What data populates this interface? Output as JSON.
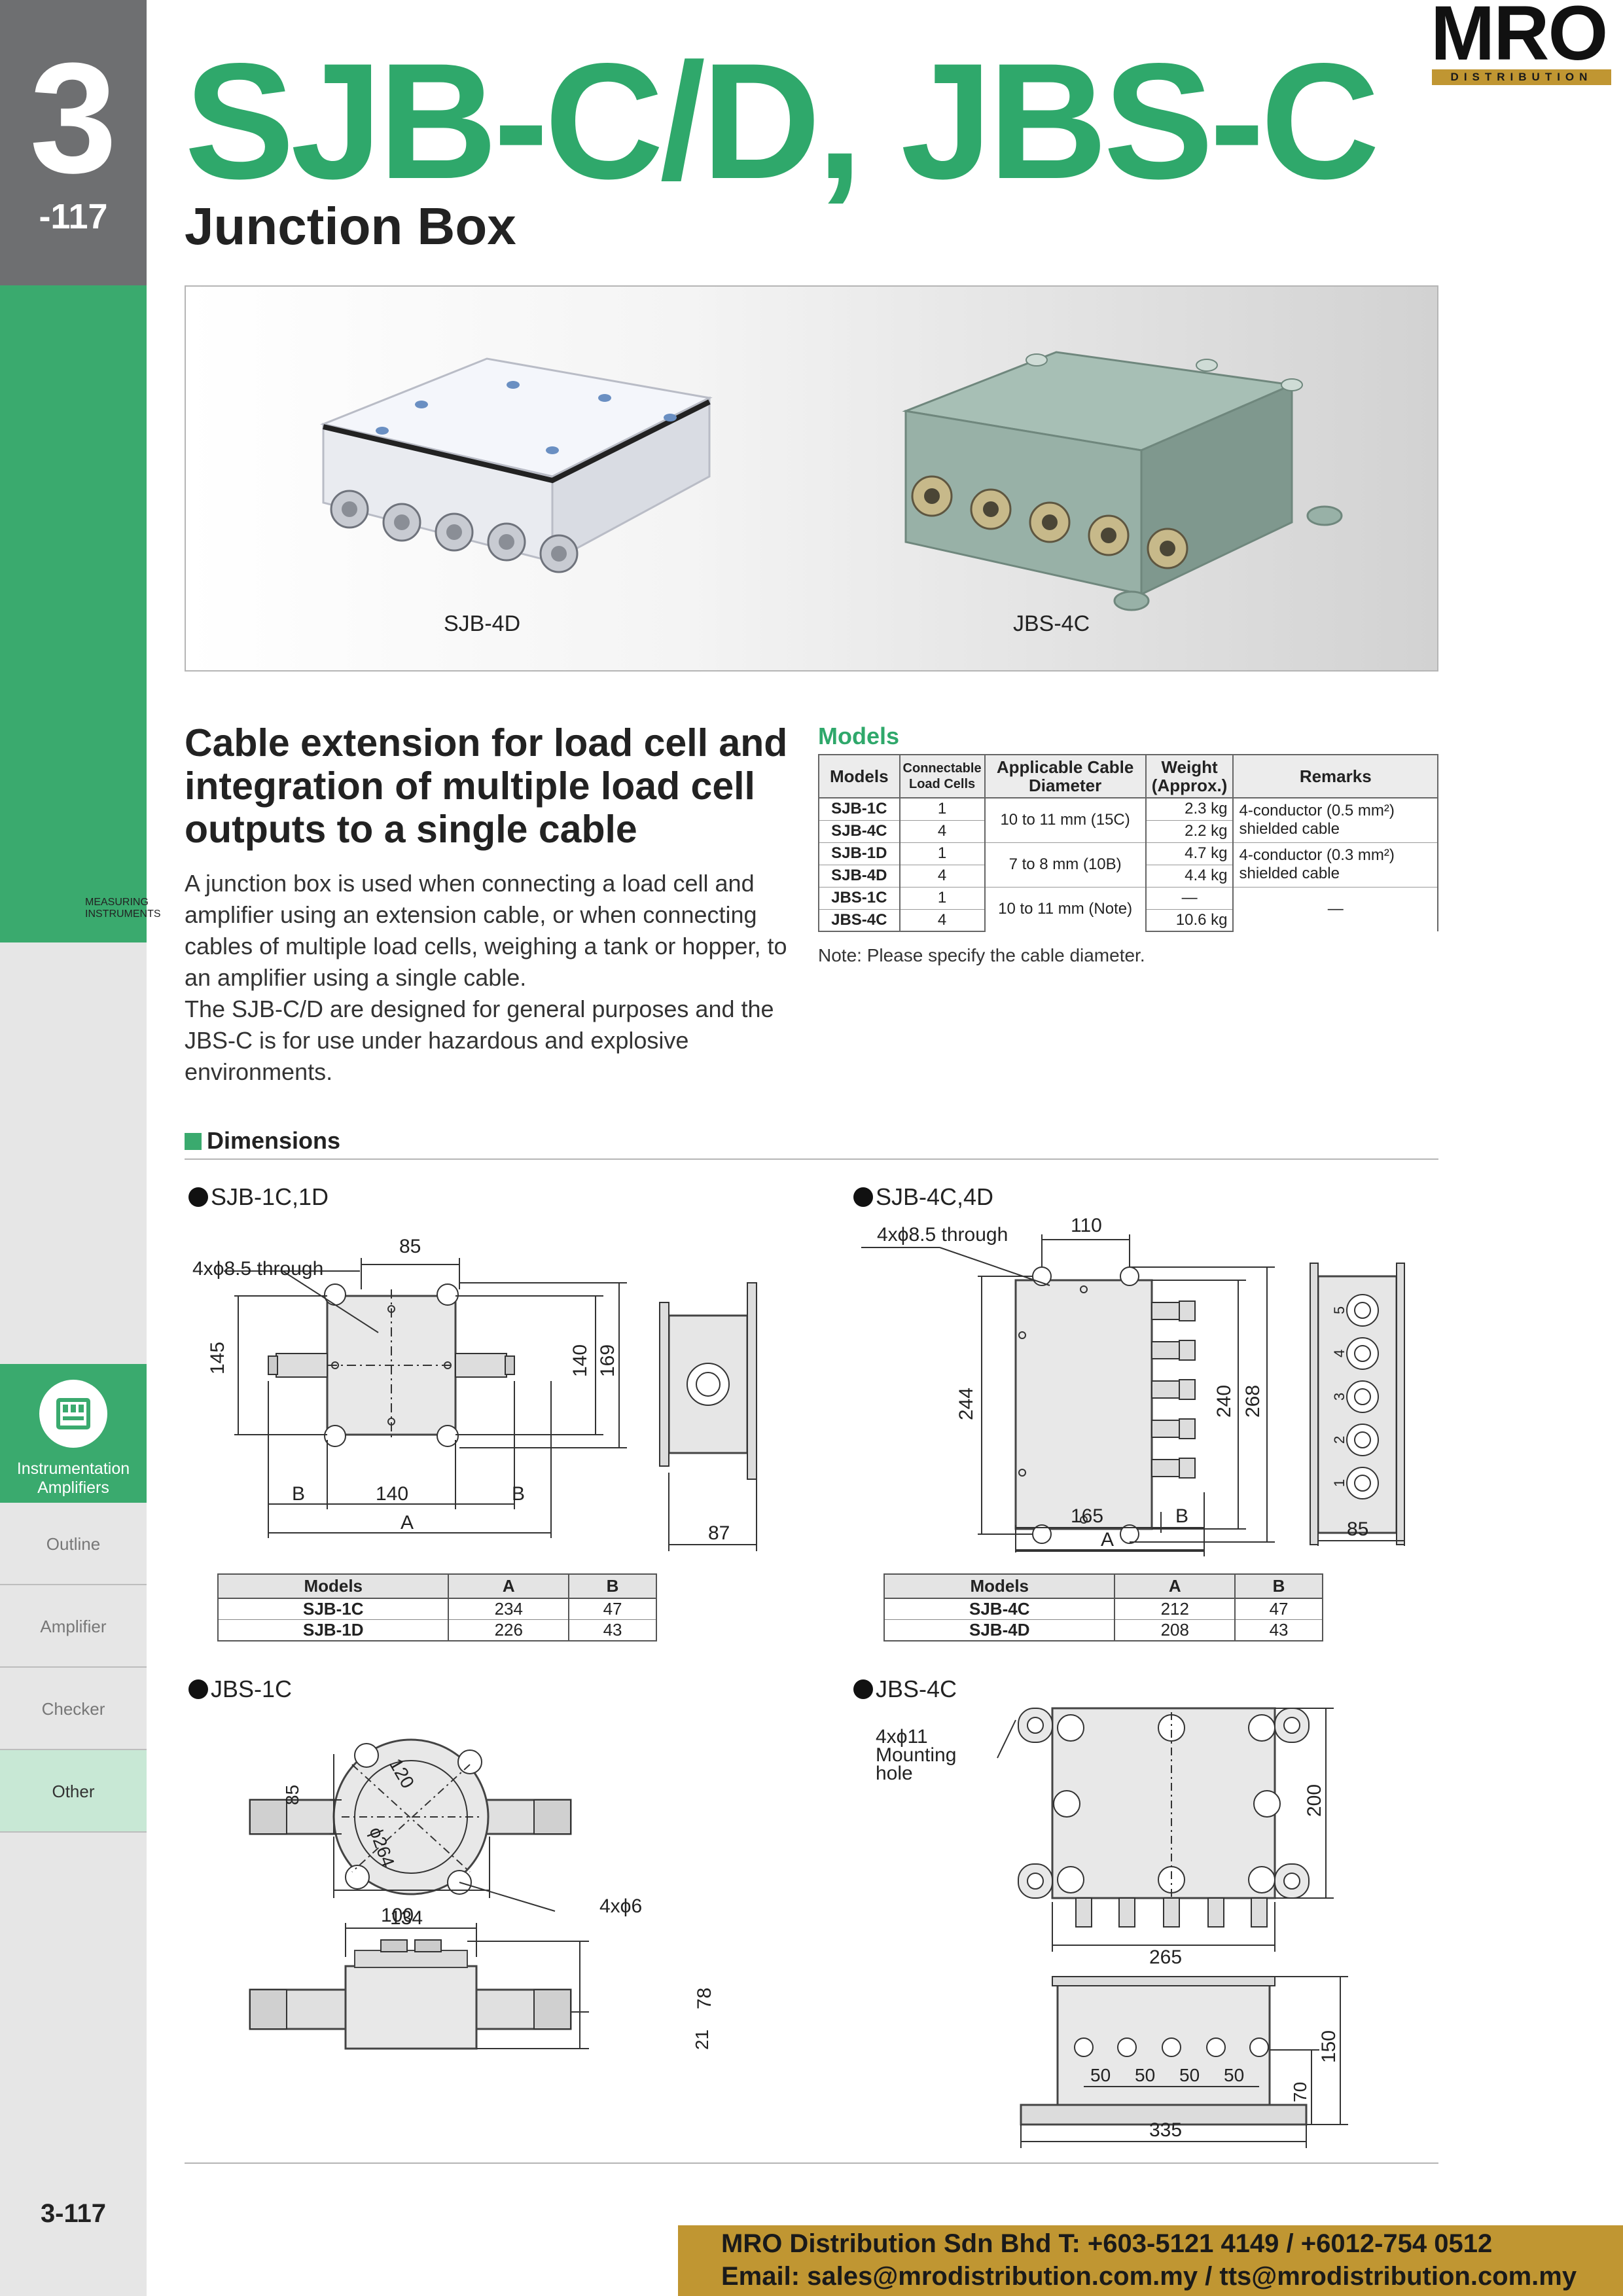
{
  "sidebar": {
    "chapter_number": "3",
    "chapter_sub": "-117",
    "section": "MEASURING INSTRUMENTS",
    "category_label": "Instrumentation Amplifiers",
    "items": [
      "Outline",
      "Amplifier",
      "Checker",
      "Other"
    ],
    "active_item": "Other",
    "page_number": "3-117"
  },
  "header": {
    "logo_text": "MRO",
    "logo_sub": "DISTRIBUTION",
    "title": "SJB-C/D, JBS-C",
    "subtitle": "Junction Box"
  },
  "photo": {
    "left_caption": "SJB-4D",
    "right_caption": "JBS-4C"
  },
  "intro": {
    "heading": "Cable extension for load cell and integration of multiple load cell outputs to a single cable",
    "paragraph1": "A junction box is used when connecting a load cell and amplifier using an extension cable, or when connecting cables of multiple load cells, weighing a tank or hopper, to an amplifier using a single cable.",
    "paragraph2": "The SJB-C/D are designed for general purposes and the JBS-C is for use under hazardous and explosive environments."
  },
  "models": {
    "heading": "Models",
    "headers": [
      "Models",
      "Connectable Load Cells",
      "Applicable Cable Diameter",
      "Weight (Approx.)",
      "Remarks"
    ],
    "rows": [
      {
        "model": "SJB-1C",
        "cells": "1",
        "weight": "2.3 kg"
      },
      {
        "model": "SJB-4C",
        "cells": "4",
        "weight": "2.2 kg"
      },
      {
        "model": "SJB-1D",
        "cells": "1",
        "weight": "4.7 kg"
      },
      {
        "model": "SJB-4D",
        "cells": "4",
        "weight": "4.4 kg"
      },
      {
        "model": "JBS-1C",
        "cells": "1",
        "weight": "—"
      },
      {
        "model": "JBS-4C",
        "cells": "4",
        "weight": "10.6 kg"
      }
    ],
    "diameters": [
      "10 to 11 mm (15C)",
      "7 to 8 mm (10B)",
      "10 to 11 mm (Note)"
    ],
    "remarks": [
      "4-conductor (0.5 mm²) shielded cable",
      "4-conductor (0.3 mm²) shielded cable",
      "—"
    ],
    "note": "Note: Please specify the cable diameter."
  },
  "dimensions": {
    "heading": "Dimensions",
    "sjb1": {
      "label": "SJB-1C,1D",
      "hole_note": "4xϕ8.5 through",
      "dims": {
        "top": "85",
        "left": "145",
        "right_inner": "140",
        "right_outer": "169",
        "bottom_mid": "140",
        "b": "B",
        "a": "A",
        "side": "87"
      },
      "table": {
        "headers": [
          "Models",
          "A",
          "B"
        ],
        "rows": [
          [
            "SJB-1C",
            "234",
            "47"
          ],
          [
            "SJB-1D",
            "226",
            "43"
          ]
        ]
      }
    },
    "sjb4": {
      "label": "SJB-4C,4D",
      "hole_note": "4xϕ8.5 through",
      "dims": {
        "top": "110",
        "left": "244",
        "right_inner": "240",
        "right_outer": "268",
        "bottom_mid": "165",
        "b": "B",
        "a": "A",
        "side": "85",
        "ports": [
          "5",
          "4",
          "3",
          "2",
          "1"
        ]
      },
      "table": {
        "headers": [
          "Models",
          "A",
          "B"
        ],
        "rows": [
          [
            "SJB-4C",
            "212",
            "47"
          ],
          [
            "SJB-4D",
            "208",
            "43"
          ]
        ]
      }
    },
    "jbs1": {
      "label": "JBS-1C",
      "dims": {
        "d85": "85",
        "d120": "120",
        "dia": "ϕ264",
        "holes": "4xϕ6",
        "d134": "134",
        "d100": "100",
        "d78": "78",
        "d21": "21"
      }
    },
    "jbs4": {
      "label": "JBS-4C",
      "hole_note": "4xϕ11 Mounting hole",
      "dims": {
        "d200": "200",
        "d265": "265",
        "d150": "150",
        "d70": "70",
        "pitch": "50",
        "d335": "335"
      }
    }
  },
  "footer": {
    "line1": "MRO Distribution Sdn Bhd   T: +603-5121 4149 / +6012-754 0512",
    "line2": "Email: sales@mrodistribution.com.my / tts@mrodistribution.com.my"
  }
}
